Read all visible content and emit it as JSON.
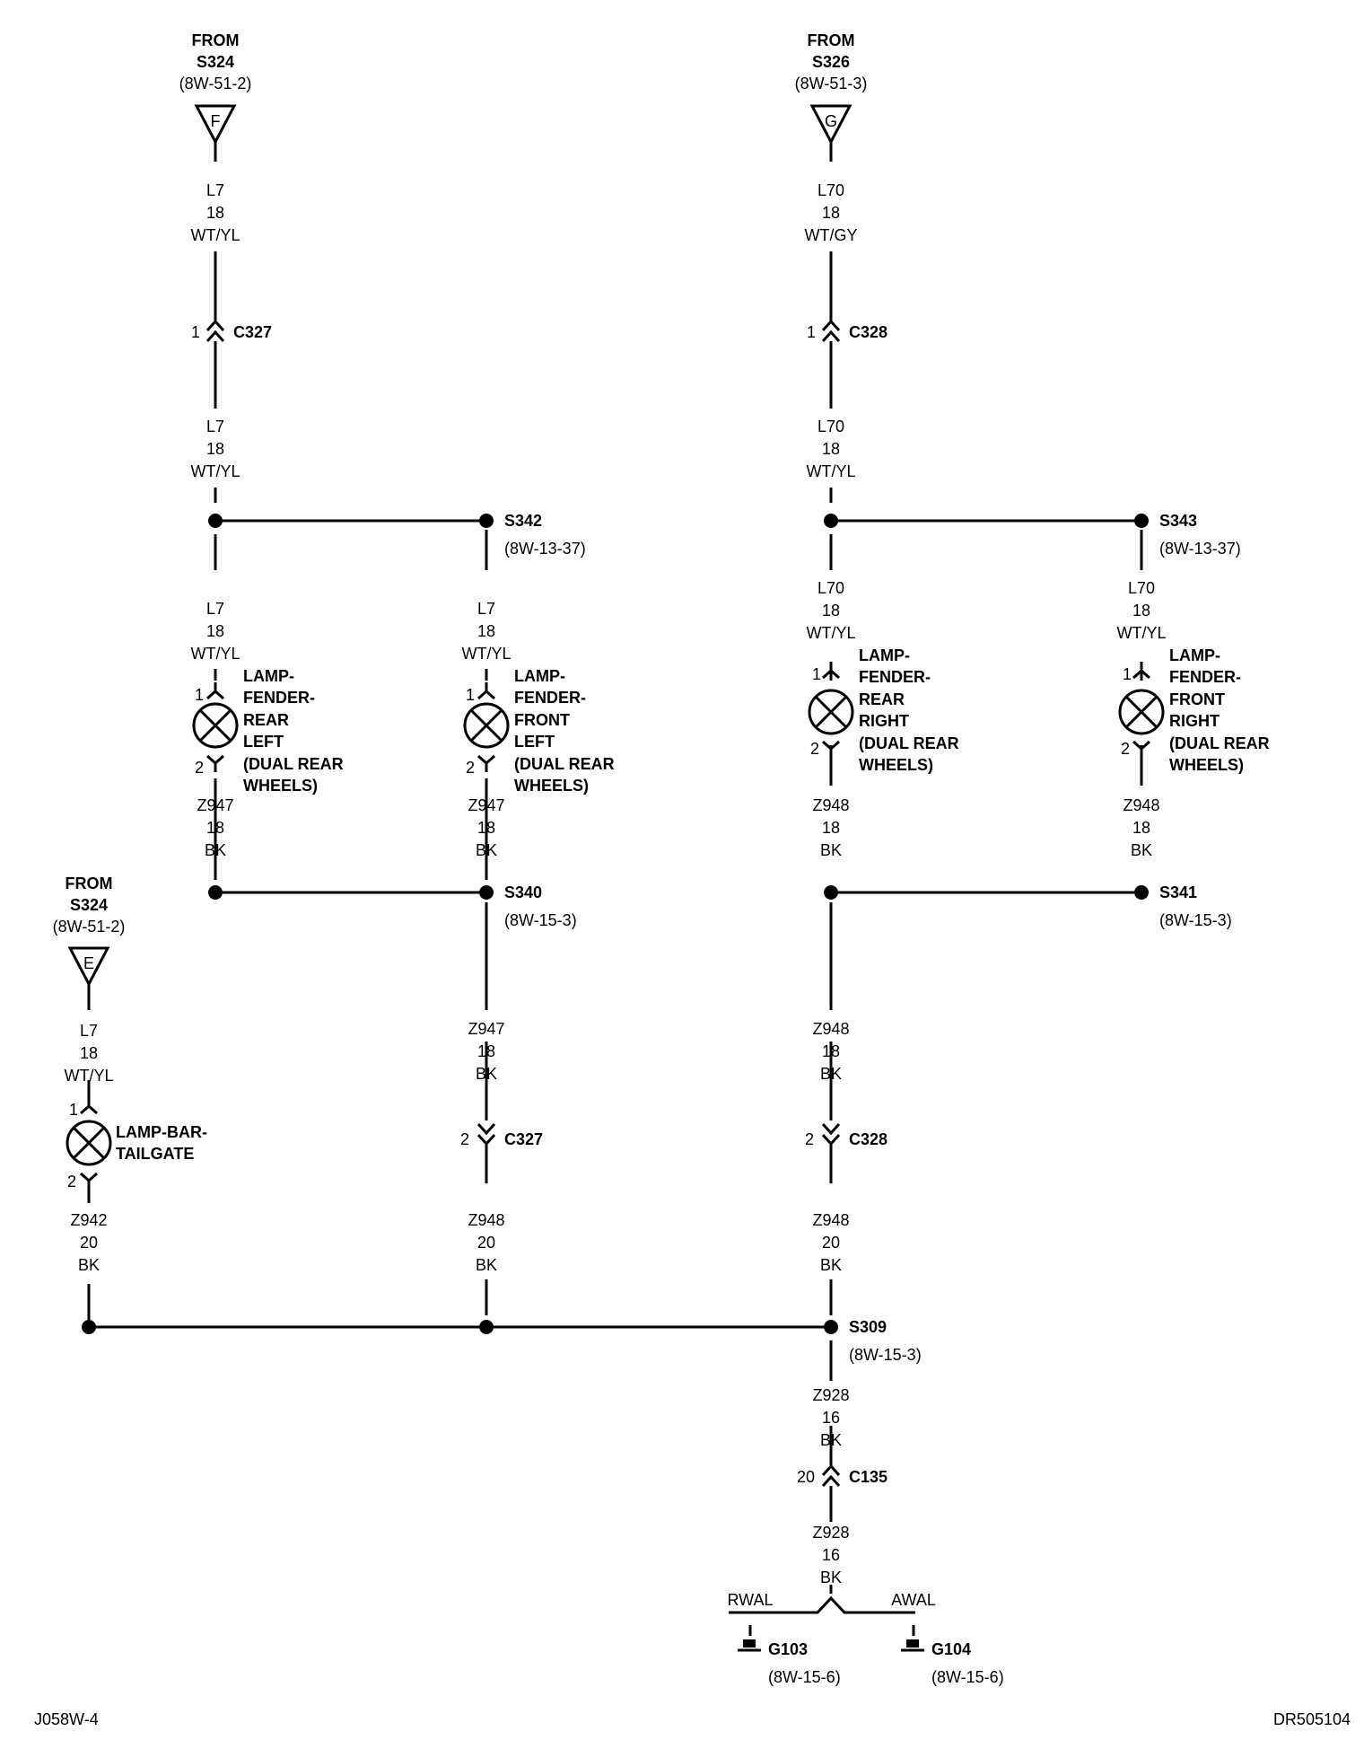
{
  "from_f": {
    "from": "FROM",
    "src": "S324",
    "ref": "(8W-51-2)",
    "letter": "F"
  },
  "from_g": {
    "from": "FROM",
    "src": "S326",
    "ref": "(8W-51-3)",
    "letter": "G"
  },
  "from_e": {
    "from": "FROM",
    "src": "S324",
    "ref": "(8W-51-2)",
    "letter": "E"
  },
  "wires": {
    "w_l7_top": {
      "circuit": "L7",
      "gauge": "18",
      "color": "WT/YL"
    },
    "w_l7_mid": {
      "circuit": "L7",
      "gauge": "18",
      "color": "WT/YL"
    },
    "w_l70_top": {
      "circuit": "L70",
      "gauge": "18",
      "color": "WT/GY"
    },
    "w_l70_mid": {
      "circuit": "L70",
      "gauge": "18",
      "color": "WT/YL"
    },
    "w_l7_rl": {
      "circuit": "L7",
      "gauge": "18",
      "color": "WT/YL"
    },
    "w_l7_fl": {
      "circuit": "L7",
      "gauge": "18",
      "color": "WT/YL"
    },
    "w_l70_rr": {
      "circuit": "L70",
      "gauge": "18",
      "color": "WT/YL"
    },
    "w_l70_fr": {
      "circuit": "L70",
      "gauge": "18",
      "color": "WT/YL"
    },
    "w_z947_rl": {
      "circuit": "Z947",
      "gauge": "18",
      "color": "BK"
    },
    "w_z947_fl": {
      "circuit": "Z947",
      "gauge": "18",
      "color": "BK"
    },
    "w_z948_rr": {
      "circuit": "Z948",
      "gauge": "18",
      "color": "BK"
    },
    "w_z948_fr": {
      "circuit": "Z948",
      "gauge": "18",
      "color": "BK"
    },
    "w_z947_low": {
      "circuit": "Z947",
      "gauge": "18",
      "color": "BK"
    },
    "w_z948_low": {
      "circuit": "Z948",
      "gauge": "18",
      "color": "BK"
    },
    "w_l7_tail": {
      "circuit": "L7",
      "gauge": "18",
      "color": "WT/YL"
    },
    "w_z942": {
      "circuit": "Z942",
      "gauge": "20",
      "color": "BK"
    },
    "w_z948_20a": {
      "circuit": "Z948",
      "gauge": "20",
      "color": "BK"
    },
    "w_z948_20b": {
      "circuit": "Z948",
      "gauge": "20",
      "color": "BK"
    },
    "w_z928_a": {
      "circuit": "Z928",
      "gauge": "16",
      "color": "BK"
    },
    "w_z928_b": {
      "circuit": "Z928",
      "gauge": "16",
      "color": "BK"
    }
  },
  "connectors": {
    "c327_top": {
      "pin": "1",
      "name": "C327"
    },
    "c328_top": {
      "pin": "1",
      "name": "C328"
    },
    "c327_low": {
      "pin": "2",
      "name": "C327"
    },
    "c328_low": {
      "pin": "2",
      "name": "C328"
    },
    "c135": {
      "pin": "20",
      "name": "C135"
    }
  },
  "splices": {
    "s342": {
      "name": "S342",
      "ref": "(8W-13-37)"
    },
    "s343": {
      "name": "S343",
      "ref": "(8W-13-37)"
    },
    "s340": {
      "name": "S340",
      "ref": "(8W-15-3)"
    },
    "s341": {
      "name": "S341",
      "ref": "(8W-15-3)"
    },
    "s309": {
      "name": "S309",
      "ref": "(8W-15-3)"
    }
  },
  "lamps": {
    "rear_left": {
      "pin1": "1",
      "pin2": "2",
      "lines": [
        "LAMP-",
        "FENDER-",
        "REAR",
        "LEFT",
        "(DUAL REAR",
        "WHEELS)"
      ]
    },
    "front_left": {
      "pin1": "1",
      "pin2": "2",
      "lines": [
        "LAMP-",
        "FENDER-",
        "FRONT",
        "LEFT",
        "(DUAL REAR",
        "WHEELS)"
      ]
    },
    "rear_right": {
      "pin1": "1",
      "pin2": "2",
      "lines": [
        "LAMP-",
        "FENDER-",
        "REAR",
        "RIGHT",
        "(DUAL REAR",
        "WHEELS)"
      ]
    },
    "front_right": {
      "pin1": "1",
      "pin2": "2",
      "lines": [
        "LAMP-",
        "FENDER-",
        "FRONT",
        "RIGHT",
        "(DUAL REAR",
        "WHEELS)"
      ]
    },
    "tailgate": {
      "pin1": "1",
      "pin2": "2",
      "lines": [
        "LAMP-BAR-",
        "TAILGATE"
      ]
    }
  },
  "branches": {
    "left": "RWAL",
    "right": "AWAL"
  },
  "grounds": {
    "g103": {
      "name": "G103",
      "ref": "(8W-15-6)"
    },
    "g104": {
      "name": "G104",
      "ref": "(8W-15-6)"
    }
  },
  "footer": {
    "left": "J058W-4",
    "right": "DR505104"
  },
  "colors": {
    "line": "#000000",
    "background": "#ffffff"
  }
}
